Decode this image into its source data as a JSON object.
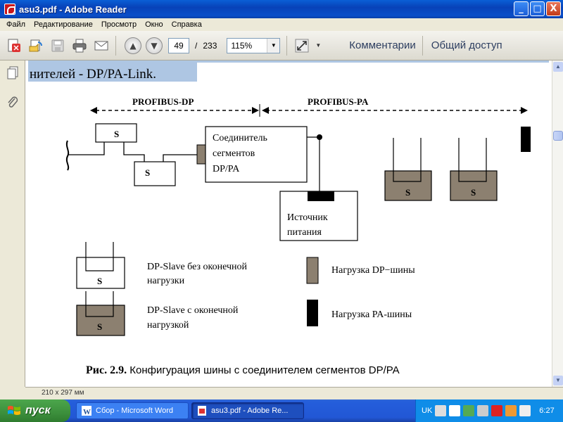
{
  "window": {
    "title": "asu3.pdf - Adobe Reader",
    "minimize": "_",
    "maximize": "□",
    "close": "X"
  },
  "menu": [
    "Файл",
    "Редактирование",
    "Просмотр",
    "Окно",
    "Справка"
  ],
  "toolbar": {
    "page_current": "49",
    "page_separator": "/",
    "page_total": "233",
    "zoom": "115%",
    "comments": "Комментарии",
    "share": "Общий доступ"
  },
  "document": {
    "top_text": "нителей - DP/PA-Link.",
    "profibus_dp": "PROFIBUS-DP",
    "profibus_pa": "PROFIBUS-PA",
    "slave_letter": "S",
    "coupler_lines": [
      "Соединитель",
      "сегментов",
      "DP/PA"
    ],
    "power_lines": [
      "Источник",
      "питания"
    ],
    "legend": {
      "slave_no_term": [
        "DP-Slave   без оконечной",
        "нагрузки"
      ],
      "slave_term": [
        "DP-Slave   с оконечной",
        "нагрузкой"
      ],
      "dp_load": "Нагрузка DP−шины",
      "pa_load": "Нагрузка PA-шины"
    },
    "caption_bold": "Рис. 2.9.",
    "caption_text": " Конфигурация шины с соединителем сегментов DP/PA"
  },
  "status": {
    "page_size": "210 x 297 мм"
  },
  "taskbar": {
    "start": "пуск",
    "tasks": [
      "Сбор - Microsoft Word",
      "asu3.pdf - Adobe Re..."
    ],
    "lang": "UK",
    "clock": "6:27"
  },
  "colors": {
    "slave_fill": "#8c8070",
    "dp_load": "#8c8070",
    "pa_load": "#000000",
    "highlight": "#aec6e3"
  }
}
